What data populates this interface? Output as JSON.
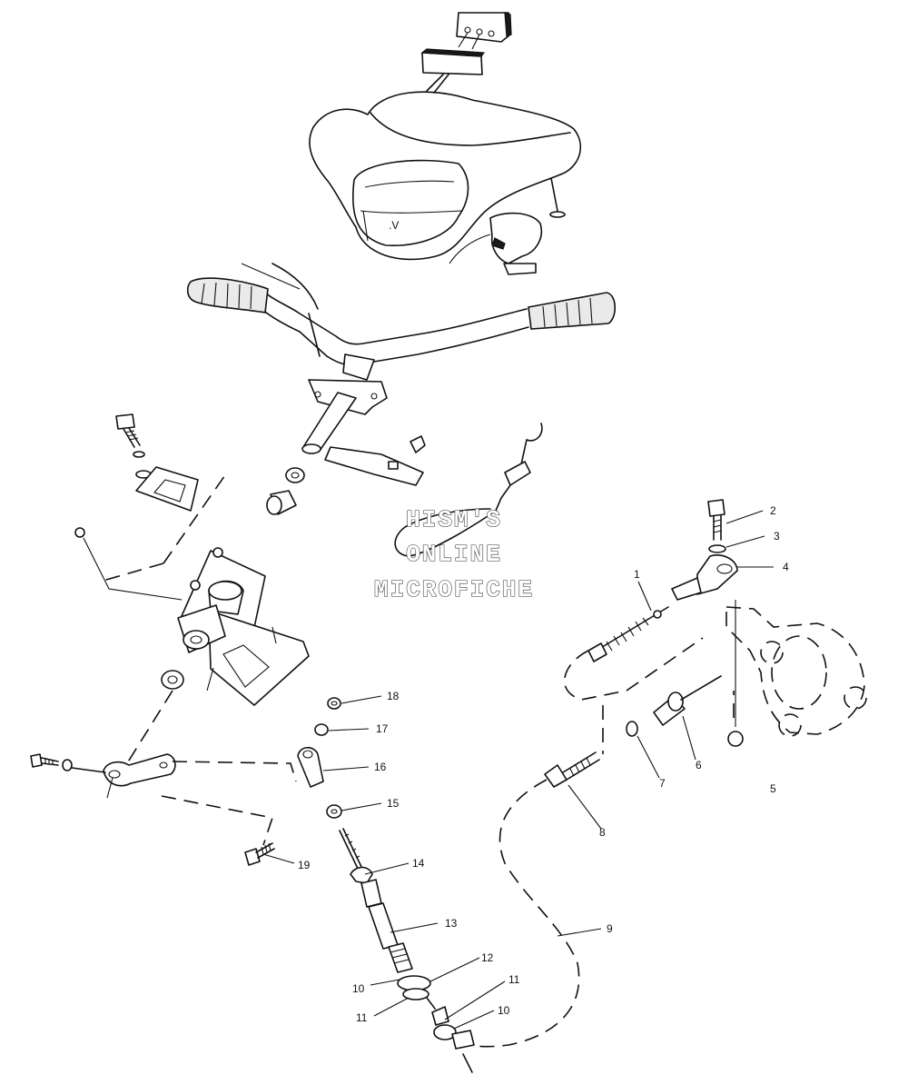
{
  "watermark": {
    "line1": "HISM'S",
    "line2": "ONLINE",
    "line3": "MICROFICHE"
  },
  "callouts": [
    "1",
    "2",
    "3",
    "4",
    "5",
    "6",
    "7",
    "8",
    "9",
    "10",
    "11",
    "12",
    "13",
    "14",
    "15",
    "16",
    "17",
    "18",
    "19",
    "10",
    "11"
  ]
}
